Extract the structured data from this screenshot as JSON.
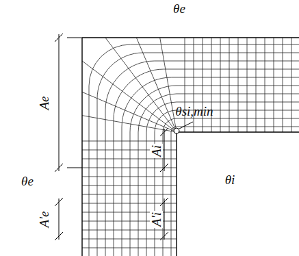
{
  "diagram": {
    "labels": [
      "θe",
      "Ae",
      "θe",
      "θsi,min",
      "Ai",
      "θi",
      "A'e",
      "A'i"
    ]
  }
}
